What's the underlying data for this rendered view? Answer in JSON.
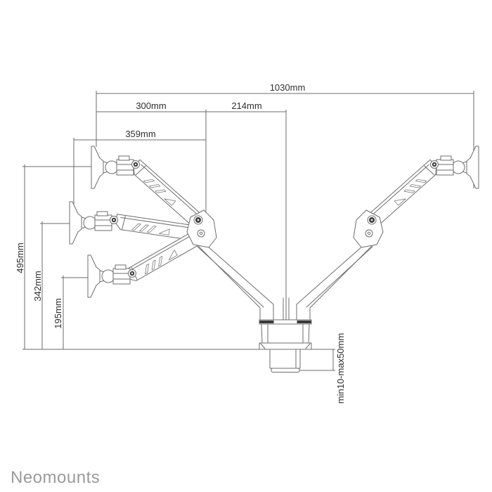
{
  "diagram": {
    "brand": "Neomounts",
    "dimensions": {
      "total_width": "1030mm",
      "upper_arm_reach": "300mm",
      "elbow_to_center": "214mm",
      "mid_arm_reach": "359mm",
      "height_max": "495mm",
      "height_mid": "342mm",
      "height_min": "195mm",
      "desk_thickness": "min10-max50mm"
    },
    "colors": {
      "background": "#ffffff",
      "drawing_line": "#6e6e6e",
      "dimension_line": "#6b6b6b",
      "label_text": "#2f2f2f",
      "accent_dark": "#3a3a3a",
      "logo_gray": "#9b9b9b"
    }
  }
}
